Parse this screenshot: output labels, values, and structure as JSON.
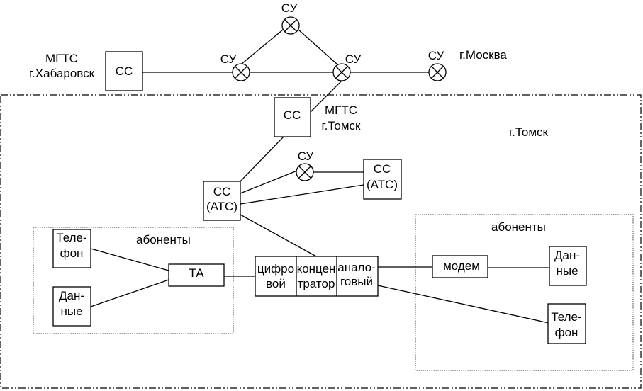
{
  "diagram": {
    "regions": {
      "tomsk_label": "г.Томск",
      "subscribers_left_label": "абоненты",
      "subscribers_right_label": "абоненты"
    },
    "top": {
      "khabarovsk_label_line1": "МГТС",
      "khabarovsk_label_line2": "г.Хабаровск",
      "khabarovsk_cc": "СС",
      "su_left": "СУ",
      "su_top": "СУ",
      "su_right": "СУ",
      "su_moscow": "СУ",
      "moscow_label": "г.Москва"
    },
    "tomsk": {
      "mgts_cc": "СС",
      "mgts_label_line1": "МГТС",
      "mgts_label_line2": "г.Томск",
      "ats_left_line1": "СС",
      "ats_left_line2": "(АТС)",
      "su_mid": "СУ",
      "ats_right_line1": "СС",
      "ats_right_line2": "(АТС)"
    },
    "left_subscribers": {
      "phone_line1": "Теле-",
      "phone_line2": "фон",
      "data_line1": "Дан-",
      "data_line2": "ные",
      "ta": "ТА"
    },
    "concentrator": {
      "digital_line1": "цифро",
      "digital_line2": "вой",
      "conc_line1": "концен",
      "conc_line2": "тратор",
      "analog_line1": "анало-",
      "analog_line2": "говый"
    },
    "right_subscribers": {
      "modem": "модем",
      "data_line1": "Дан-",
      "data_line2": "ные",
      "phone_line1": "Теле-",
      "phone_line2": "фон"
    }
  }
}
